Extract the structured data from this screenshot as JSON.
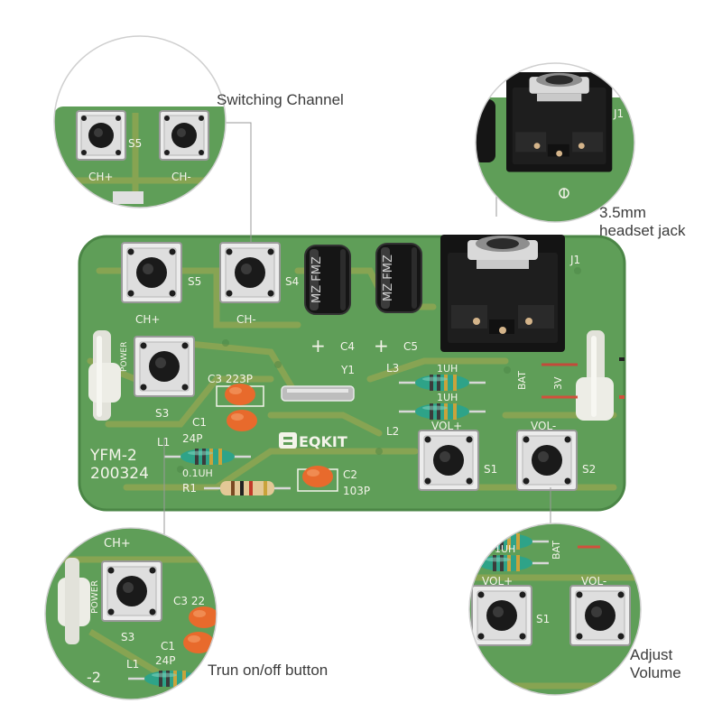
{
  "callouts": {
    "switching": "Switching Channel",
    "jack_line1": "3.5mm",
    "jack_line2": "headset jack",
    "power_button": "Trun on/off button",
    "volume_line1": "Adjust",
    "volume_line2": "Volume"
  },
  "board": {
    "brand": "EQKIT",
    "model": "YFM-2",
    "code": "200324",
    "switch_labels": {
      "ch_plus": "CH+",
      "ch_minus": "CH-",
      "s5": "S5",
      "s4": "S4",
      "s3": "S3",
      "s1": "S1",
      "s2": "S2",
      "vol_plus": "VOL+",
      "vol_minus": "VOL-",
      "power": "POWER"
    },
    "component_labels": {
      "c3": "C3 223P",
      "c1": "C1",
      "c1_val": "24P",
      "l1": "L1",
      "l1_val": "0.1UH",
      "r1": "R1",
      "c2": "C2",
      "c2_val": "103P",
      "y1": "Y1",
      "l3": "L3",
      "l2": "L2",
      "l_val": "1UH",
      "c4": "C4",
      "c5": "C5",
      "plus": "+",
      "j1": "J1",
      "bat": "BAT",
      "v3": "3V",
      "cap_marking": "MZ FMZ"
    },
    "zoom_labels": {
      "ch_plus": "CH+",
      "ch_minus": "CH-",
      "s5": "S5",
      "j1": "J1",
      "s3": "S3",
      "power": "POWER",
      "c3": "C3 22",
      "c1": "C1",
      "c1_val": "24P",
      "l1": "L1",
      "l_val": "1UH",
      "s1": "S1",
      "vol_plus": "VOL+",
      "vol_minus": "VOL-",
      "bat": "BAT",
      "model_frag": "-2"
    }
  },
  "colors": {
    "pcb": "#5f9e58",
    "pcb_dark": "#4b8646",
    "trace": "#a8aa4f",
    "silk": "#f4f4ea",
    "cap_orange": "#e86a2c",
    "jack": "#141414",
    "connector": "#d6d6cf"
  },
  "icons": [
    "tactile-switch-icon",
    "electrolytic-capacitor-icon",
    "headphone-jack-icon",
    "crystal-icon",
    "inductor-icon",
    "resistor-icon",
    "ceramic-capacitor-icon",
    "eqkit-logo-icon"
  ]
}
